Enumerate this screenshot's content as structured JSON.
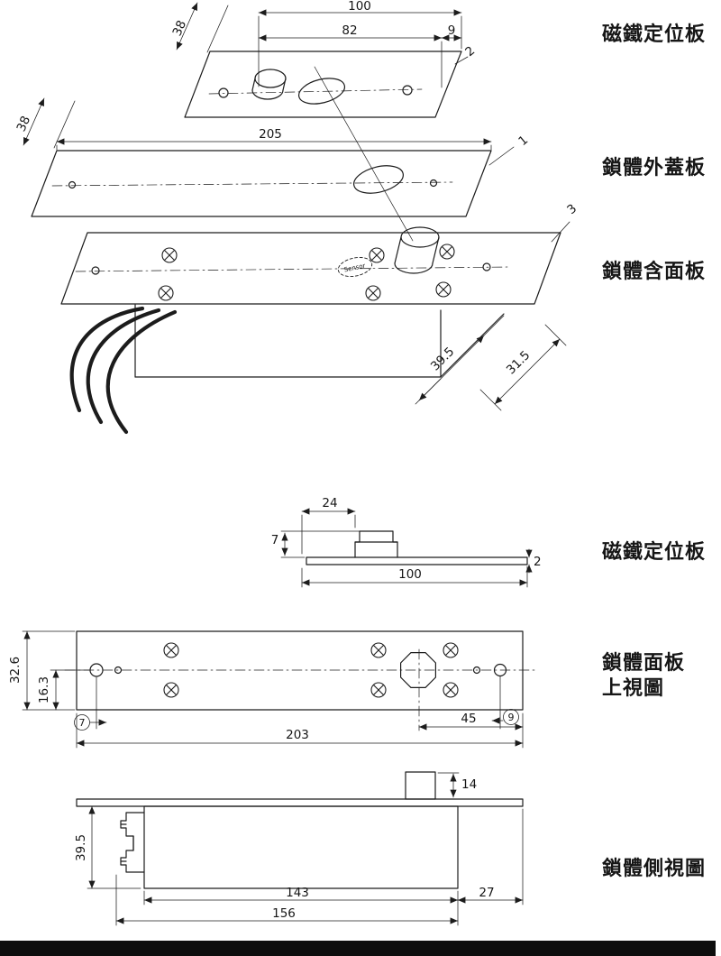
{
  "page": {
    "background": "#ffffff",
    "line_color": "#1c1c1c",
    "bottom_bar_color": "#0d0d0d"
  },
  "labels": {
    "exploded_magnet_plate": "磁鐵定位板",
    "exploded_cover_plate": "鎖體外蓋板",
    "exploded_lock_body": "鎖體含面板",
    "side_magnet_plate": "磁鐵定位板",
    "panel_top_view_line1": "鎖體面板",
    "panel_top_view_line2": "上視圖",
    "side_view": "鎖體側視圖",
    "sensor": "Sensor"
  },
  "dims": {
    "top_100": "100",
    "top_82": "82",
    "top_9": "9",
    "top_2": "2",
    "top_38": "38",
    "cover_205": "205",
    "cover_38": "38",
    "cover_1": "1",
    "body_3": "3",
    "body_39_5": "39.5",
    "body_31_5": "31.5",
    "mplate_24": "24",
    "mplate_7": "7",
    "mplate_100": "100",
    "mplate_2": "2",
    "panel_32_6": "32.6",
    "panel_16_3": "16.3",
    "panel_hole_7": "7",
    "panel_hole_9": "9",
    "panel_45": "45",
    "panel_203": "203",
    "side_14": "14",
    "side_39_5": "39.5",
    "side_143": "143",
    "side_27": "27",
    "side_156": "156"
  }
}
